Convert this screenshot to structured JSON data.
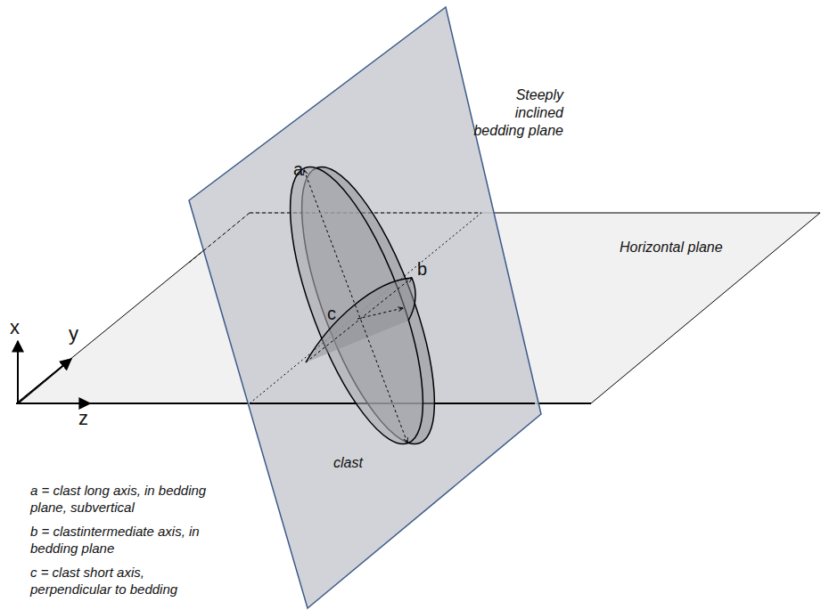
{
  "diagram": {
    "labels": [
      "Steeply inclined bedding plane",
      "Horizontal plane",
      "a",
      "b",
      "c",
      "x",
      "y",
      "z",
      "clast",
      "a = clast long axis, in bedding plane, subvertical",
      "b = clastintermediate  axis, in bedding plane",
      "c = clast short axis, perpendicular to bedding"
    ]
  }
}
